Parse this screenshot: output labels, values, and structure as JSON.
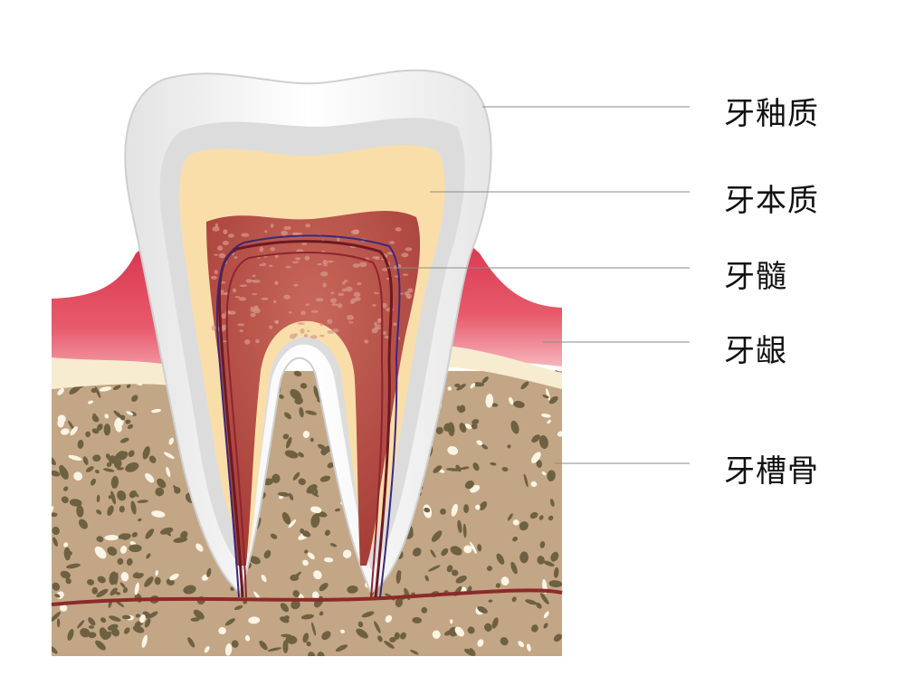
{
  "labels": {
    "enamel": "牙釉质",
    "dentin": "牙本质",
    "pulp": "牙髓",
    "gum": "牙龈",
    "alveolar_bone": "牙槽骨"
  },
  "colors": {
    "enamel": "#f4f4f4",
    "dentin": "#f9deaa",
    "pulp": "#b54c44",
    "gum": "#e04a60",
    "gum_light": "#f28a96",
    "bone": "#c3a685",
    "bone_spots": "#6e6142",
    "leader_line": "#8a8a8a"
  }
}
